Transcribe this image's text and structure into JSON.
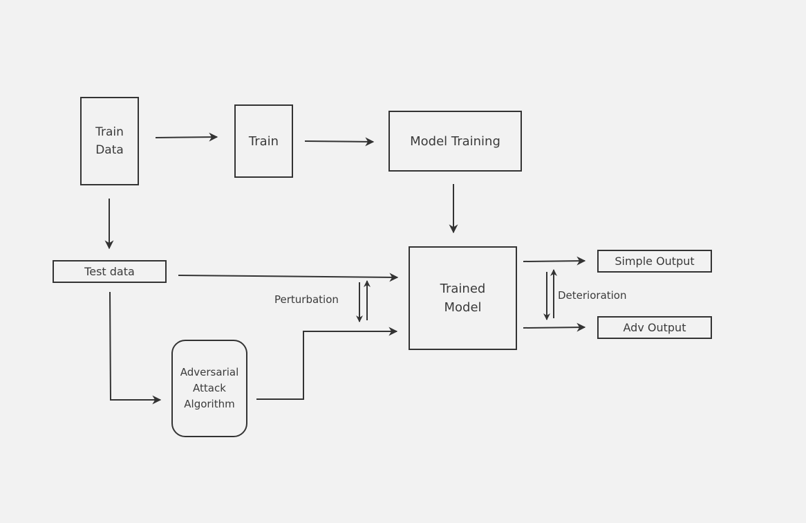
{
  "nodes": {
    "train_data": "Train\nData",
    "train": "Train",
    "model_training": "Model Training",
    "test_data": "Test data",
    "trained_model": "Trained\nModel",
    "adversarial_attack": "Adversarial\nAttack\nAlgorithm",
    "simple_output": "Simple Output",
    "adv_output": "Adv Output"
  },
  "edge_labels": {
    "perturbation": "Perturbation",
    "deterioration": "Deterioration"
  },
  "colors": {
    "background": "#f2f2f2",
    "stroke": "#333333",
    "text": "#3a3a3a"
  }
}
